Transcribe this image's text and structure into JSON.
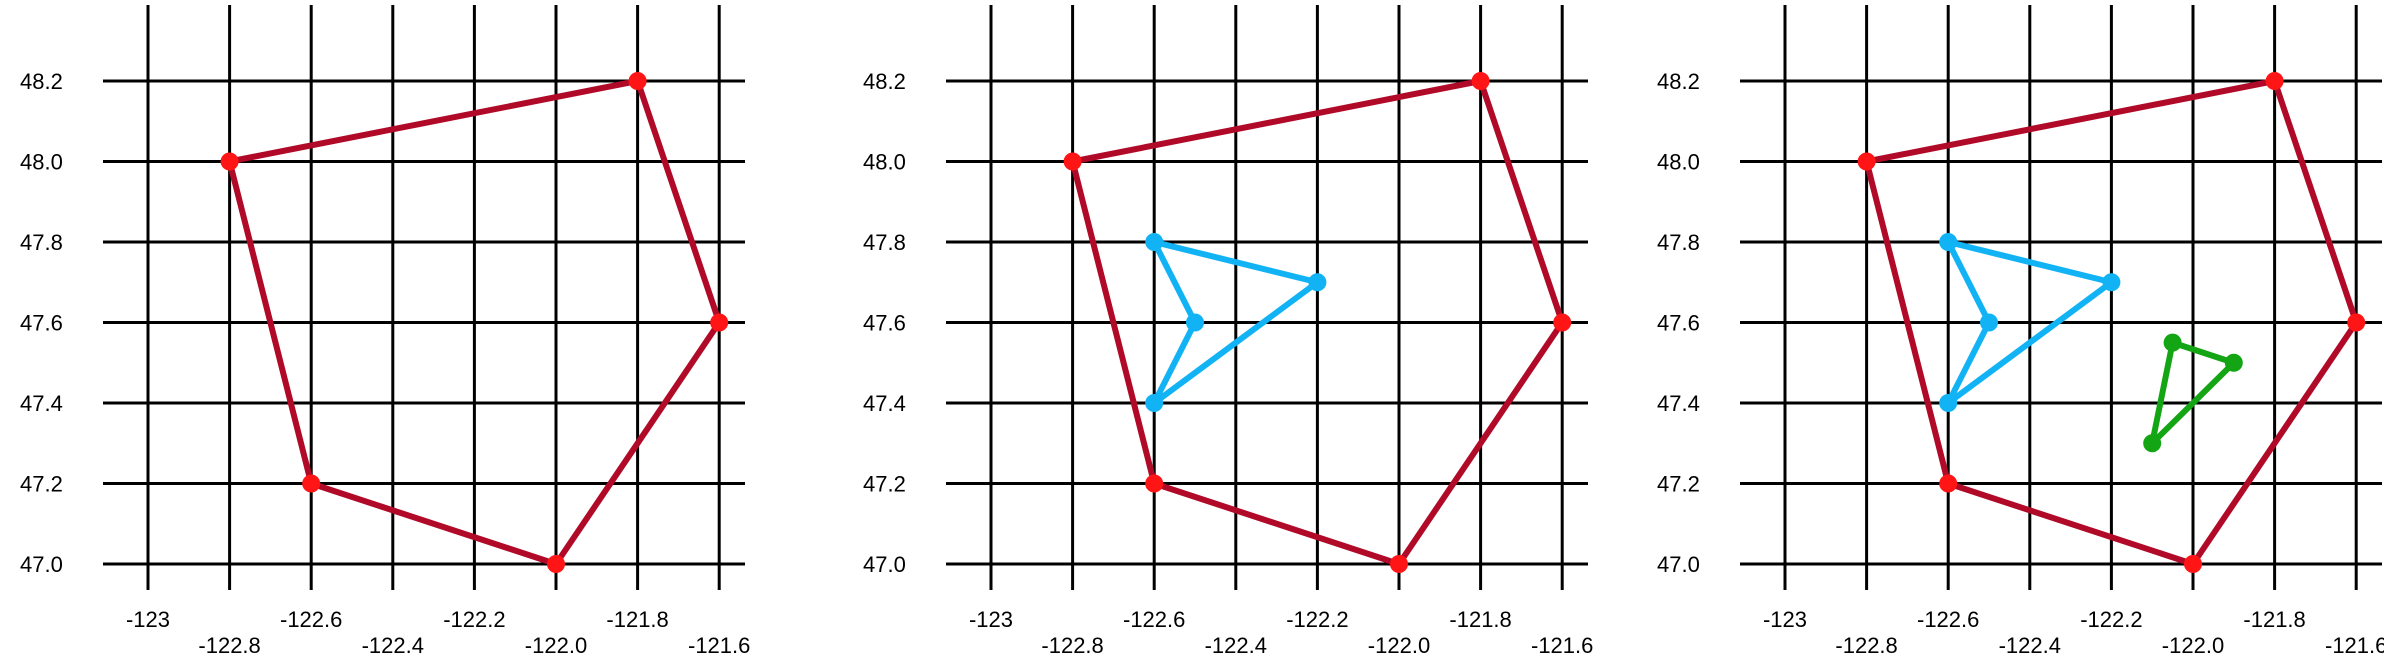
{
  "colors": {
    "grid": "#000000",
    "outer": "#b00a28",
    "vertex": "#ff1515",
    "blue": "#12b3f5",
    "green": "#14a514"
  },
  "axes": {
    "x_ticks": [
      {
        "value": -123.0,
        "label": "-123",
        "row": "upper"
      },
      {
        "value": -122.8,
        "label": "-122.8",
        "row": "lower"
      },
      {
        "value": -122.6,
        "label": "-122.6",
        "row": "upper"
      },
      {
        "value": -122.4,
        "label": "-122.4",
        "row": "lower"
      },
      {
        "value": -122.2,
        "label": "-122.2",
        "row": "upper"
      },
      {
        "value": -122.0,
        "label": "-122.0",
        "row": "lower"
      },
      {
        "value": -121.8,
        "label": "-121.8",
        "row": "upper"
      },
      {
        "value": -121.6,
        "label": "-121.6",
        "row": "lower"
      }
    ],
    "y_ticks": [
      {
        "value": 48.2,
        "label": "48.2"
      },
      {
        "value": 48.0,
        "label": "48.0"
      },
      {
        "value": 47.8,
        "label": "47.8"
      },
      {
        "value": 47.6,
        "label": "47.6"
      },
      {
        "value": 47.4,
        "label": "47.4"
      },
      {
        "value": 47.2,
        "label": "47.2"
      },
      {
        "value": 47.0,
        "label": "47.0"
      }
    ]
  },
  "shapes": {
    "outer": [
      [
        -122.8,
        48.0
      ],
      [
        -121.8,
        48.2
      ],
      [
        -121.6,
        47.6
      ],
      [
        -122.0,
        47.0
      ],
      [
        -122.6,
        47.2
      ]
    ],
    "blue": [
      [
        -122.6,
        47.8
      ],
      [
        -122.2,
        47.7
      ],
      [
        -122.6,
        47.4
      ],
      [
        -122.5,
        47.6
      ]
    ],
    "green": [
      [
        -122.05,
        47.55
      ],
      [
        -121.9,
        47.5
      ],
      [
        -122.1,
        47.3
      ]
    ]
  },
  "panels": [
    {
      "layers": [
        "outer"
      ]
    },
    {
      "layers": [
        "outer",
        "blue"
      ]
    },
    {
      "layers": [
        "outer",
        "blue",
        "green"
      ]
    }
  ]
}
